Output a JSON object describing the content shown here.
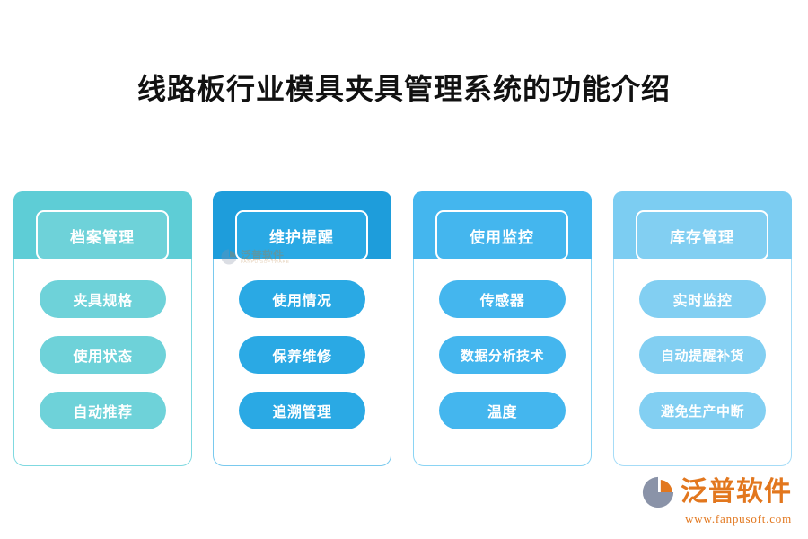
{
  "page": {
    "title": "线路板行业模具夹具管理系统的功能介绍",
    "background_color": "#ffffff"
  },
  "columns": [
    {
      "header": "档案管理",
      "accent_band": "#5ecdd6",
      "accent_pill": "#6ed2d9",
      "border_color": "#7fd9e0",
      "items": [
        "夹具规格",
        "使用状态",
        "自动推荐"
      ]
    },
    {
      "header": "维护提醒",
      "accent_band": "#1e9ddb",
      "accent_pill": "#2aa9e4",
      "border_color": "#79c9ee",
      "items": [
        "使用情况",
        "保养维修",
        "追溯管理"
      ]
    },
    {
      "header": "使用监控",
      "accent_band": "#44b6ee",
      "accent_pill": "#44b6ee",
      "border_color": "#8ad4f4",
      "items": [
        "传感器",
        "数据分析技术",
        "温度"
      ]
    },
    {
      "header": "库存管理",
      "accent_band": "#7ccdf2",
      "accent_pill": "#82cff2",
      "border_color": "#a6dcf7",
      "items": [
        "实时监控",
        "自动提醒补货",
        "避免生产中断"
      ]
    }
  ],
  "inner_watermark": {
    "name_cn": "泛普软件",
    "name_en": "FANPU SOFTWARE"
  },
  "brand": {
    "name": "泛普软件",
    "url": "www.fanpusoft.com",
    "color": "#e2771e"
  }
}
